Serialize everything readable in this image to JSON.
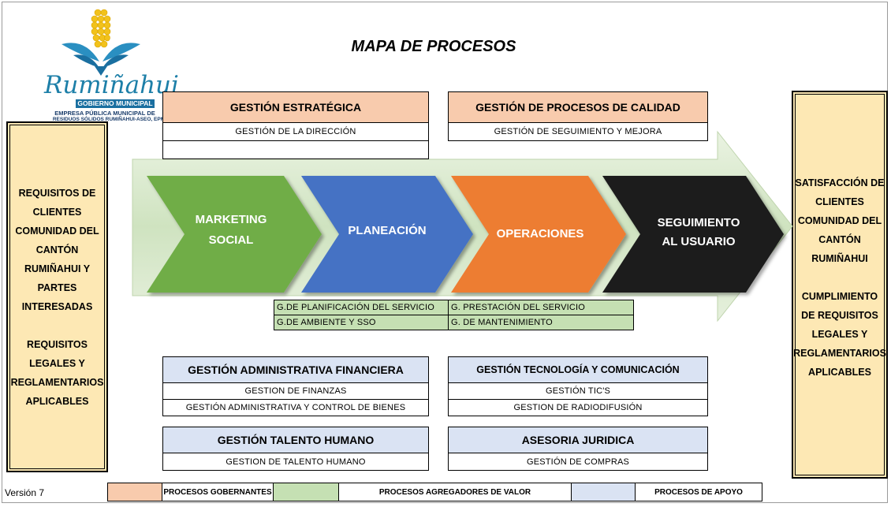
{
  "title": "MAPA DE PROCESOS",
  "logo": {
    "name": "Rumiñahui",
    "subtitle": "GOBIERNO MUNICIPAL",
    "company_line1": "EMPRESA PÚBLICA MUNICIPAL DE",
    "company_line2": "RESIDUOS SÓLIDOS RUMIÑAHUI-ASEO, EPM"
  },
  "left_box": {
    "lines": [
      "REQUISITOS DE",
      "CLIENTES",
      "COMUNIDAD DEL",
      "CANTÓN",
      "RUMIÑAHUI Y",
      "PARTES",
      "INTERESADAS",
      "",
      "REQUISITOS",
      "LEGALES Y",
      "REGLAMENTARIOS",
      "APLICABLES"
    ]
  },
  "right_box": {
    "lines": [
      "SATISFACCIÓN DE",
      "CLIENTES",
      "COMUNIDAD DEL",
      "CANTÓN",
      "RUMIÑAHUI",
      "",
      "CUMPLIMIENTO",
      "DE REQUISITOS",
      "LEGALES Y",
      "REGLAMENTARIOS",
      "APLICABLES"
    ]
  },
  "strategic": [
    {
      "header": "GESTIÓN ESTRATÉGICA",
      "rows": [
        "GESTIÓN DE LA DIRECCIÓN",
        ""
      ]
    },
    {
      "header": "GESTIÓN DE PROCESOS DE CALIDAD",
      "rows": [
        "GESTIÓN DE SEGUIMIENTO Y MEJORA"
      ]
    }
  ],
  "chevrons": [
    {
      "line1": "MARKETING",
      "line2": "SOCIAL",
      "color": "#70ad47"
    },
    {
      "line1": "PLANEACIÓN",
      "line2": "",
      "color": "#4472c4"
    },
    {
      "line1": "OPERACIONES",
      "line2": "",
      "color": "#ed7d31"
    },
    {
      "line1": "SEGUIMIENTO",
      "line2": "AL USUARIO",
      "color": "#111111"
    }
  ],
  "value_processes": [
    "G.DE PLANIFICACIÓN DEL SERVICIO",
    "G. PRESTACIÓN DEL SERVICIO",
    "G.DE AMBIENTE Y SSO",
    "G. DE MANTENIMIENTO"
  ],
  "support": [
    {
      "header": "GESTIÓN ADMINISTRATIVA FINANCIERA",
      "rows": [
        "GESTION DE FINANZAS",
        "GESTIÓN ADMINISTRATIVA Y CONTROL DE BIENES"
      ]
    },
    {
      "header": "GESTIÓN TECNOLOGÍA Y COMUNICACIÓN",
      "rows": [
        "GESTIÓN TIC'S",
        "GESTION DE RADIODIFUSIÓN"
      ]
    },
    {
      "header": "GESTIÓN TALENTO HUMANO",
      "rows": [
        "GESTION DE TALENTO HUMANO"
      ]
    },
    {
      "header": "ASESORIA JURIDICA",
      "rows": [
        "GESTIÓN DE COMPRAS"
      ]
    }
  ],
  "legend": {
    "version": "Versión 7",
    "items": [
      {
        "label": "PROCESOS GOBERNANTES",
        "color": "#f8cbad"
      },
      {
        "label": "PROCESOS AGREGADORES DE VALOR",
        "color": "#c5e0b3"
      },
      {
        "label": "PROCESOS DE APOYO",
        "color": "#dae3f3"
      }
    ]
  }
}
